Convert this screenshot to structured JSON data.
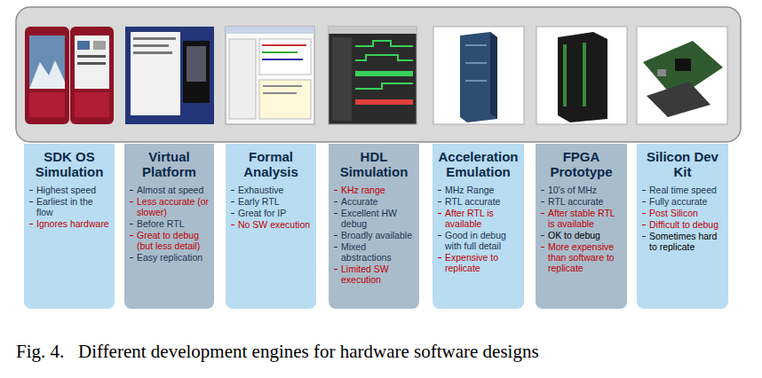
{
  "diagram": {
    "caption": "Fig. 4.   Different development engines for hardware software designs",
    "nodes": [
      {
        "text": [
          "SDK OS Simulation",
          "Highest speed",
          "Earliest in the flow",
          "Ignores hardware"
        ]
      },
      {
        "text": [
          "Virtual Platform",
          "Almost at speed",
          "Less accurate (or slower)",
          "Before RTL",
          "Great to debug (but less detail)",
          "Easy replication"
        ]
      },
      {
        "text": [
          "Formal Analysis",
          "Exhaustive",
          "Early RTL",
          "Great for IP",
          "No SW execution"
        ]
      },
      {
        "text": [
          "HDL Simulation",
          "KHz range",
          "Accurate",
          "Excellent HW debug",
          "Broadly available",
          "Mixed abstractions",
          "Limited SW execution"
        ]
      },
      {
        "text": [
          "Acceleration Emulation",
          "MHz Range",
          "RTL accurate",
          "After RTL is available",
          "Good in debug with full detail",
          "Expensive to replicate"
        ]
      },
      {
        "text": [
          "FPGA Prototype",
          "10's of MHz",
          "RTL accurate",
          "After stable RTL is available",
          "OK to debug",
          "More expensive than software to replicate"
        ]
      },
      {
        "text": [
          "Silicon Dev Kit",
          "Real time speed",
          "Fully accurate",
          "Post Silicon",
          "Difficult to debug",
          "Sometimes hard to replicate"
        ]
      }
    ]
  }
}
